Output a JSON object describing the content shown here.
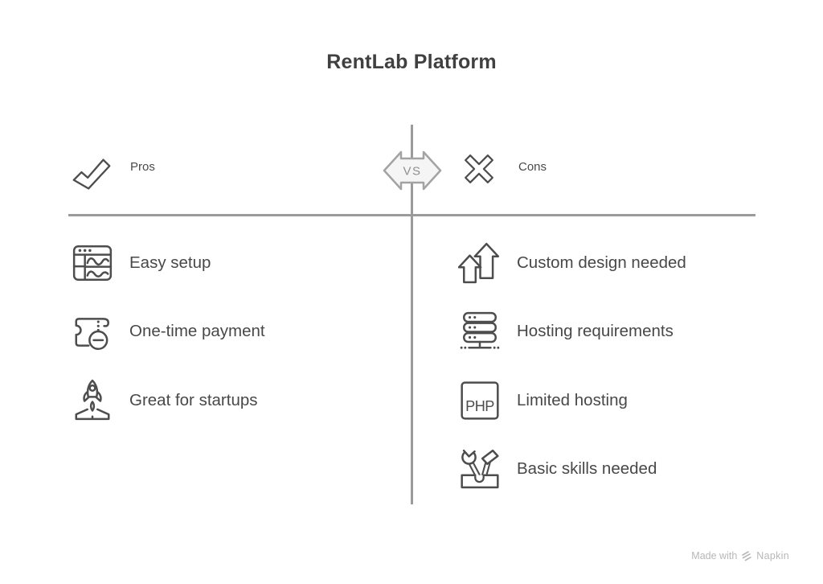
{
  "title": "RentLab Platform",
  "vs_badge": {
    "label": "VS"
  },
  "pros": {
    "label": "Pros",
    "icon": "check-icon",
    "items": [
      {
        "icon": "browser-window-icon",
        "label": "Easy setup"
      },
      {
        "icon": "ticket-discount-icon",
        "label": "One-time payment"
      },
      {
        "icon": "rocket-launch-icon",
        "label": "Great for startups"
      }
    ]
  },
  "cons": {
    "label": "Cons",
    "icon": "x-icon",
    "items": [
      {
        "icon": "growth-arrows-icon",
        "label": "Custom design needed"
      },
      {
        "icon": "server-stack-icon",
        "label": "Hosting requirements"
      },
      {
        "icon": "php-box-icon",
        "icon_text": "PHP",
        "label": "Limited hosting"
      },
      {
        "icon": "tools-box-icon",
        "label": "Basic skills needed"
      }
    ]
  },
  "footer": {
    "made_with": "Made with",
    "brand": "Napkin",
    "logo_icon": "napkin-logo-icon"
  },
  "colors": {
    "background": "#ffffff",
    "heading_text": "#404040",
    "item_text": "#484848",
    "icon_stroke": "#4d4d4d",
    "divider": "#9b9b9b",
    "vs_fill": "#f5f5f5",
    "vs_border": "#a3a3a3",
    "vs_text": "#8f8f8f",
    "footer_text": "#b7b7b7"
  }
}
